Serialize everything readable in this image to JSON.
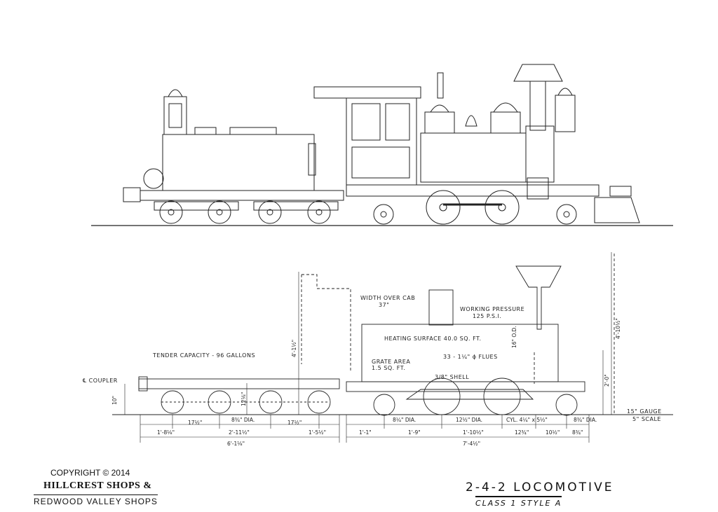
{
  "drawing": {
    "copyright": "COPYRIGHT © 2014",
    "company_1": "HILLCREST SHOPS &",
    "company_2": "REDWOOD VALLEY SHOPS",
    "title": "2-4-2 LOCOMOTIVE",
    "subtitle": "CLASS 1   STYLE A"
  },
  "labels": {
    "width_over_cab": "WIDTH OVER CAB",
    "width_value": "37\"",
    "working_pressure": "WORKING PRESSURE",
    "pressure_value": "125 P.S.I.",
    "heating_surface": "HEATING SURFACE  40.0 SQ. FT.",
    "grate_area": "GRATE AREA",
    "grate_value": "1.5 SQ. FT.",
    "flues": "33 - 1¼\" ϕ FLUES",
    "shell": "3/8\" SHELL",
    "tender_capacity": "TENDER CAPACITY - 96 GALLONS",
    "coupler": "℄ COUPLER",
    "gauge": "15\" GAUGE",
    "scale": "5\" SCALE",
    "boiler_dia": "16\" O.D.",
    "height_total": "4'-1½\"",
    "stack_height": "4'-10½\"",
    "boiler_ctr": "2'-0\"",
    "coupler_ht": "10\"",
    "tender_frame_ht": "12⅛\""
  },
  "dimensions": {
    "tender": [
      "1'-8⅛\"",
      "17½\"",
      "8¾\" DIA.",
      "2'-11½\"",
      "17½\"",
      "1'-5½\"",
      "6'-1⅛\""
    ],
    "engine": [
      "8¼\" DIA.",
      "12½\" DIA.",
      "CYL. 4¼\" x 5½\"",
      "8¾\" DIA.",
      "1'-1\"",
      "1'-9\"",
      "1'-10½\"",
      "12¾\"",
      "10½\"",
      "8¾\"",
      "7'-4½\""
    ]
  }
}
